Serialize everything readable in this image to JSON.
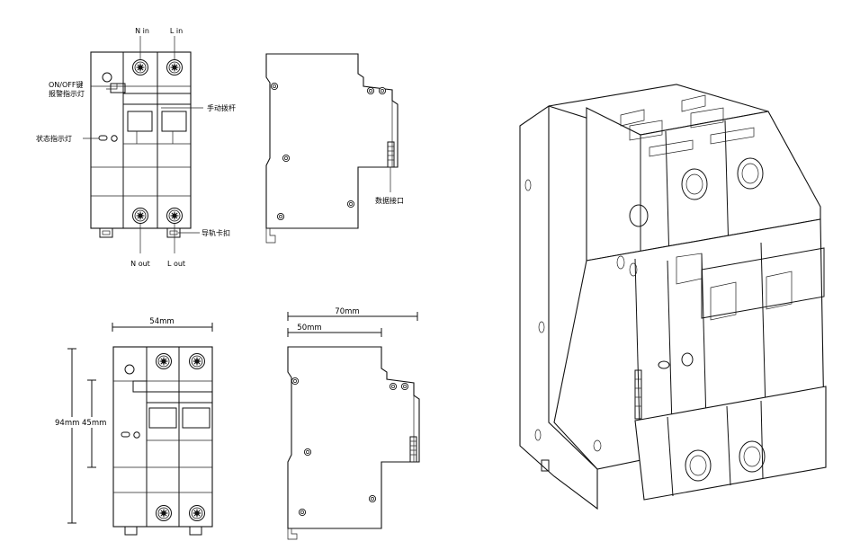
{
  "labels": {
    "n_in": "N in",
    "l_in": "L in",
    "on_off_key": "ON/OFF键",
    "alarm_light": "报警指示灯",
    "manual_lever": "手动拨杆",
    "status_light": "状态指示灯",
    "data_port": "数据接口",
    "rail_clip": "导轨卡扣",
    "n_out": "N out",
    "l_out": "L out"
  },
  "dimensions": {
    "width": "54mm",
    "depth_total": "70mm",
    "depth_partial": "50mm",
    "height_total": "94mm",
    "height_partial": "45mm"
  }
}
